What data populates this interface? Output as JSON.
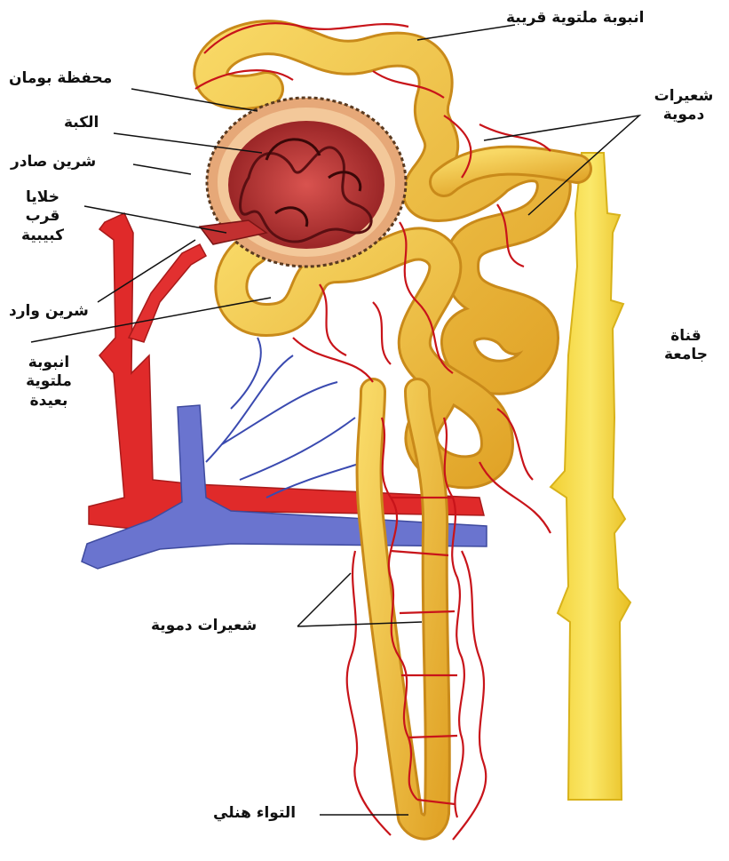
{
  "labels": {
    "proximal_tubule": "انبوبة ملتوية قريبة",
    "bowman_capsule": "محفظة بومان",
    "glomerulus": "الكبة",
    "efferent_artery": "شرين صادر",
    "juxtaglomerular_1": "خلايا",
    "juxtaglomerular_2": "قرب",
    "juxtaglomerular_3": "كبيبية",
    "afferent_artery": "شرين وارد",
    "distal_tubule_1": "انبوبة",
    "distal_tubule_2": "ملتوية",
    "distal_tubule_3": "بعيدة",
    "capillaries_top_1": "شعيرات",
    "capillaries_top_2": "دموية",
    "collecting_duct_1": "قناة",
    "collecting_duct_2": "جامعة",
    "capillaries_bottom": "شعيرات دموية",
    "loop_of_henle": "التواء هنلي"
  },
  "colors": {
    "artery": "#e02a2a",
    "vein": "#5b66c8",
    "tubule": "#f2c23a",
    "tubule_shade": "#d99a1e",
    "collecting_duct": "#f6dc3c",
    "capillary": "#c8141a",
    "glomerulus": "#b3262a",
    "capsule": "#e8b080"
  }
}
